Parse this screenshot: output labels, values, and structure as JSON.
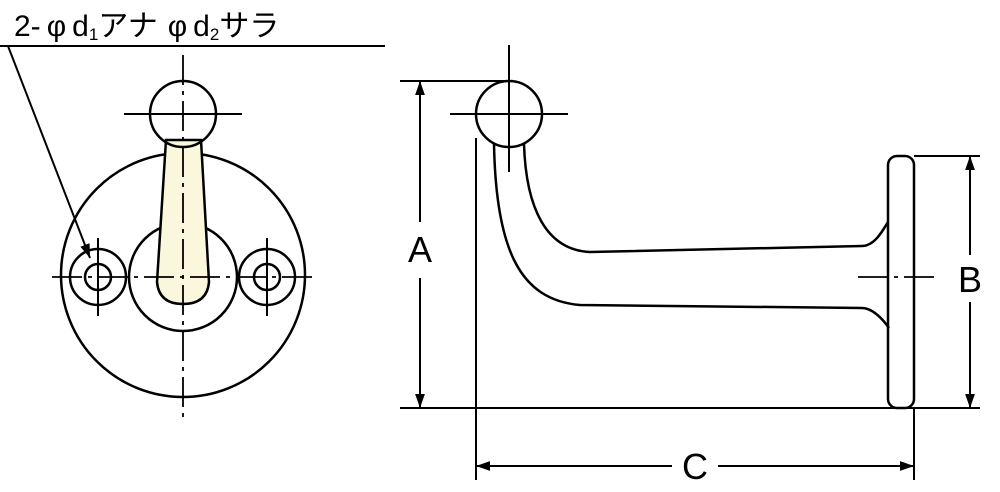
{
  "note": {
    "prefix": "2-",
    "phi": "φ",
    "d": "d",
    "sub1": "1",
    "ana": "アナ",
    "sub2": "2",
    "sara": "サラ"
  },
  "dimensions": {
    "a": "A",
    "b": "B",
    "c": "C"
  },
  "colors": {
    "line": "#000000",
    "hook_fill": "#fbf7dc",
    "background": "#ffffff"
  }
}
